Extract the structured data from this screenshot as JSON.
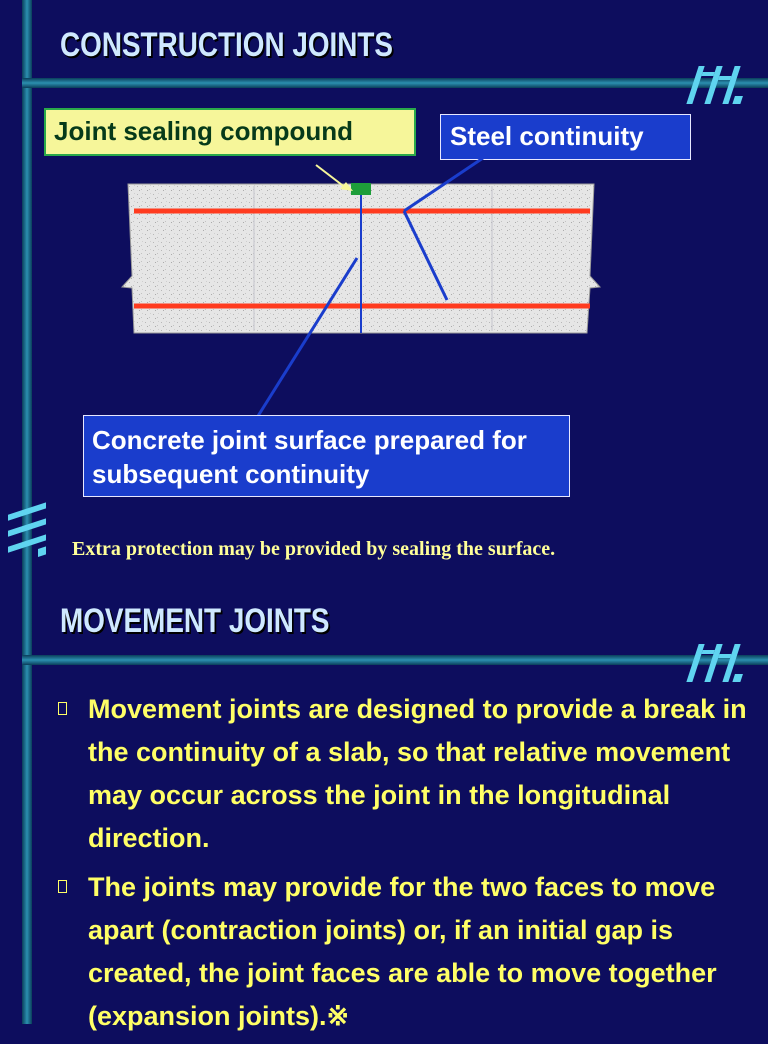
{
  "slide1": {
    "title": "CONSTRUCTION JOINTS",
    "callouts": {
      "sealing": "Joint sealing compound",
      "steel": "Steel continuity",
      "surface": "Concrete joint surface prepared for subsequent continuity"
    },
    "note": "Extra protection may be provided by sealing the surface."
  },
  "slide2": {
    "title": "MOVEMENT JOINTS",
    "bullets": [
      "Movement joints are designed to provide a break in the continuity of a slab, so that relative movement may occur across the joint in the longitudinal direction.",
      "The joints may provide for the two faces to move apart (contraction joints) or, if an initial gap is created, the joint faces are able to move together (expansion joints).※"
    ]
  },
  "icons": {
    "decor": "stripe-logo-icon",
    "bullet": "bullet-box-icon"
  },
  "colors": {
    "background": "#0d0d5e",
    "bar": "#2b8fb0",
    "title": "#cfe9ff",
    "bullet_text": "#ffff66",
    "note_text": "#ffff99",
    "steel_bar": "#ff3b1f",
    "callout_blue": "#1a3dcc",
    "callout_yellow": "#f6f69a",
    "sealant": "#1e9e3a"
  }
}
